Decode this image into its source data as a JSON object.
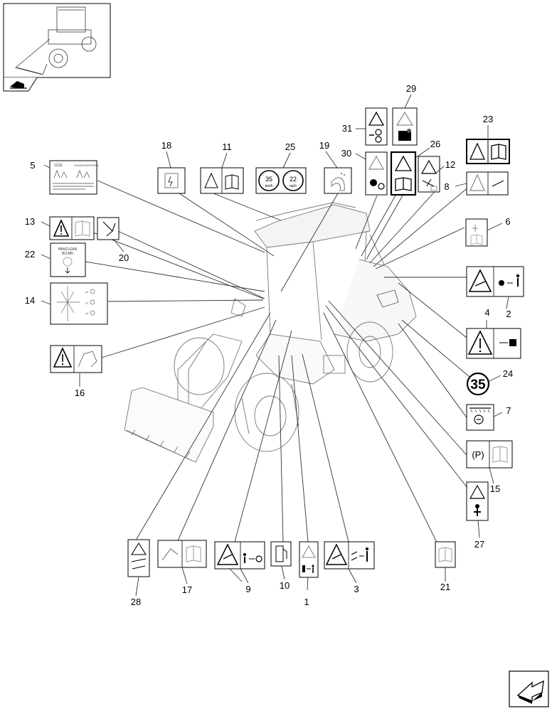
{
  "callouts": [
    {
      "id": "1",
      "label": "1"
    },
    {
      "id": "2",
      "label": "2"
    },
    {
      "id": "3",
      "label": "3"
    },
    {
      "id": "4",
      "label": "4"
    },
    {
      "id": "5",
      "label": "5"
    },
    {
      "id": "6",
      "label": "6"
    },
    {
      "id": "7",
      "label": "7"
    },
    {
      "id": "8",
      "label": "8"
    },
    {
      "id": "9",
      "label": "9"
    },
    {
      "id": "10",
      "label": "10"
    },
    {
      "id": "11",
      "label": "11"
    },
    {
      "id": "12",
      "label": "12"
    },
    {
      "id": "13",
      "label": "13"
    },
    {
      "id": "14",
      "label": "14"
    },
    {
      "id": "15",
      "label": "15"
    },
    {
      "id": "16",
      "label": "16"
    },
    {
      "id": "17",
      "label": "17"
    },
    {
      "id": "18",
      "label": "18"
    },
    {
      "id": "19",
      "label": "19"
    },
    {
      "id": "20",
      "label": "20"
    },
    {
      "id": "21",
      "label": "21"
    },
    {
      "id": "22",
      "label": "22"
    },
    {
      "id": "23",
      "label": "23"
    },
    {
      "id": "24",
      "label": "24"
    },
    {
      "id": "25",
      "label": "25"
    },
    {
      "id": "26",
      "label": "26"
    },
    {
      "id": "27",
      "label": "27"
    },
    {
      "id": "28",
      "label": "28"
    },
    {
      "id": "29",
      "label": "29"
    },
    {
      "id": "30",
      "label": "30"
    },
    {
      "id": "31",
      "label": "31"
    }
  ],
  "decal_text": {
    "speed_kmh_value": "35",
    "speed_kmh_unit": "km/h",
    "speed_mph_value": "22",
    "speed_mph_unit": "mph",
    "speed_decal_35": "35",
    "panclean_line1": "PANCLEAN",
    "panclean_line2": "BI1385",
    "parking_symbol": "(P)",
    "lift_chart_left": "121E",
    "lift_chart_right": "FOURCHE/FORKS"
  },
  "icons": {
    "thumbnail": "loader-thumbnail-icon",
    "book": "book-icon",
    "next_page": "next-page-arrow-icon",
    "warning": "warning-triangle-icon"
  }
}
